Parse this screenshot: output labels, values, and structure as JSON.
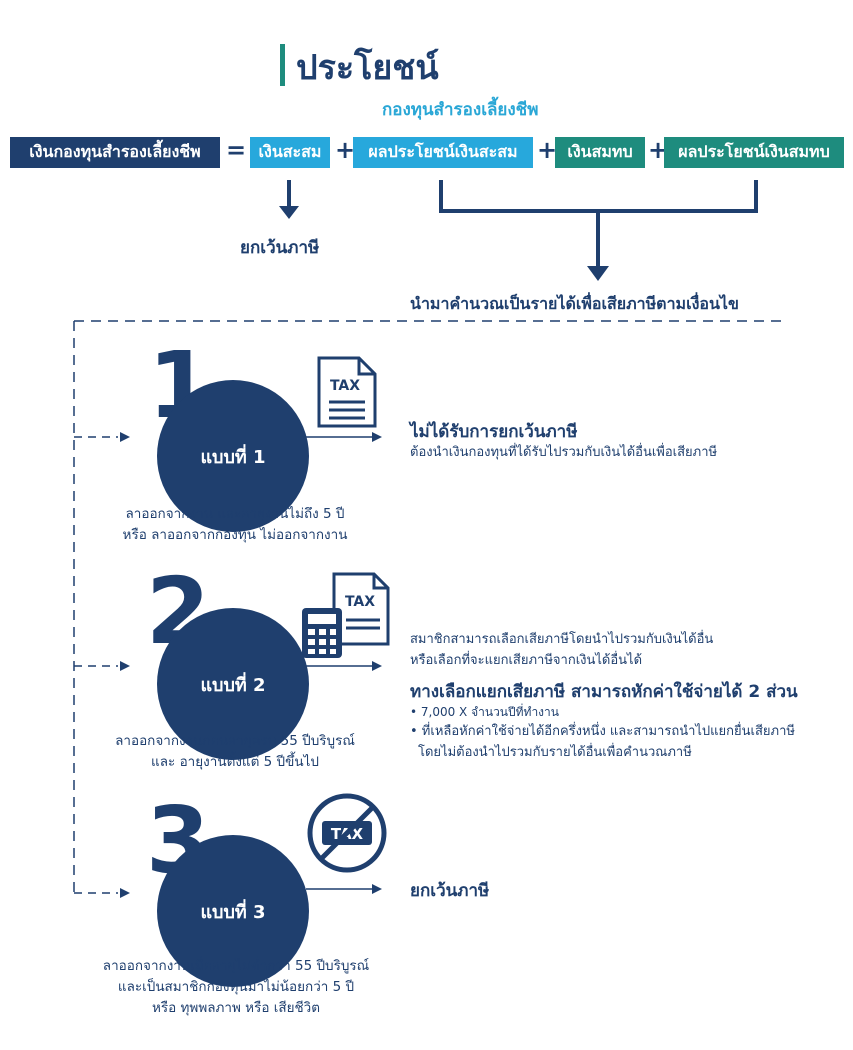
{
  "header": {
    "title": "ประโยชน์",
    "subtitle": "กองทุนสำรองเลี้ยงชีพ"
  },
  "formula": {
    "total": "เงินกองทุนสำรองเลี้ยงชีพ",
    "equals": "=",
    "plus": "+",
    "part1": "เงินสะสม",
    "part2": "ผลประโยชน์เงินสะสม",
    "part3": "เงินสมทบ",
    "part4": "ผลประโยชน์เงินสมทบ"
  },
  "exempt_label": "ยกเว้นภาษี",
  "taxable_label": "นำมาคำนวณเป็นรายได้เพื่อเสียภาษีตามเงื่อนไข",
  "cases": [
    {
      "number": "1",
      "name": "แบบที่ 1",
      "icon": "tax-document-icon",
      "conditions": [
        "ลาออกจากงาน และอายุงานไม่ถึง 5 ปี",
        "หรือ ลาออกจากกองทุน ไม่ออกจากงาน"
      ],
      "heading": "ไม่ได้รับการยกเว้นภาษี",
      "detail": "ต้องนำเงินกองทุนที่ได้รับไปรวมกับเงินได้อื่นเพื่อเสียภาษี"
    },
    {
      "number": "2",
      "name": "แบบที่ 2",
      "icon": "calculator-tax-icon",
      "conditions": [
        "ลาออกจากงานก่อนอายุครบ 55 ปีบริบูรณ์",
        "และ อายุงานตั้งแต่ 5 ปีขึ้นไป"
      ],
      "intro1": "สมาชิกสามารถเลือกเสียภาษีโดยนำไปรวมกับเงินได้อื่น",
      "intro2": "หรือเลือกที่จะแยกเสียภาษีจากเงินได้อื่นได้",
      "heading": "ทางเลือกแยกเสียภาษี สามารถหักค่าใช้จ่ายได้ 2 ส่วน",
      "bullet1": "• 7,000 X จำนวนปีที่ทำงาน",
      "bullet2a": "• ที่เหลือหักค่าใช้จ่ายได้อีกครึ่งหนึ่ง และสามารถนำไปแยกยื่นเสียภาษี",
      "bullet2b": "โดยไม่ต้องนำไปรวมกับรายได้อื่นเพื่อคำนวณภาษี"
    },
    {
      "number": "3",
      "name": "แบบที่ 3",
      "icon": "no-tax-icon",
      "conditions": [
        "ลาออกจากงานเมื่ออายุไม่ต่ำกว่า 55 ปีบริบูรณ์",
        "และเป็นสมาชิกกองทุนมาไม่น้อยกว่า 5 ปี",
        "หรือ ทุพพลภาพ หรือ เสียชีวิต"
      ],
      "heading": "ยกเว้นภาษี"
    }
  ],
  "icon_text": "TAX",
  "colors": {
    "navy": "#1f3f6e",
    "cyan": "#27a8dc",
    "teal": "#1e8c7e"
  }
}
